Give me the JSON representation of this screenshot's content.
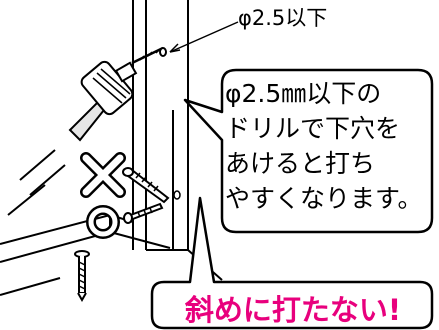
{
  "dimension_label": "φ2.5以下",
  "bubble_lines": [
    "φ2.5㎜以下の",
    "ドリルで下穴を",
    "あけると打ち",
    "やすくなります。"
  ],
  "warning": "斜めに打たない!",
  "colors": {
    "accent": "#e8007d",
    "line": "#000000"
  },
  "icons": [
    "drill-icon",
    "wrong-cross-icon",
    "correct-circle-icon",
    "screw-icon"
  ]
}
